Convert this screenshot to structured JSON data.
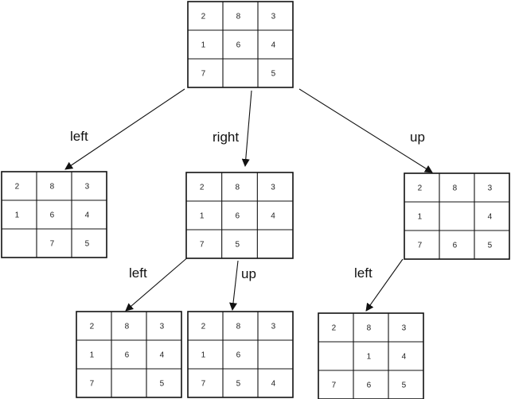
{
  "nodes": [
    {
      "id": "root",
      "cells": [
        [
          "2",
          "8",
          "3"
        ],
        [
          "1",
          "6",
          "4"
        ],
        [
          "7",
          "",
          "5"
        ]
      ]
    },
    {
      "id": "root-left",
      "cells": [
        [
          "2",
          "8",
          "3"
        ],
        [
          "1",
          "6",
          "4"
        ],
        [
          "",
          "7",
          "5"
        ]
      ]
    },
    {
      "id": "root-right",
      "cells": [
        [
          "2",
          "8",
          "3"
        ],
        [
          "1",
          "6",
          "4"
        ],
        [
          "7",
          "5",
          ""
        ]
      ]
    },
    {
      "id": "root-up",
      "cells": [
        [
          "2",
          "8",
          "3"
        ],
        [
          "1",
          "",
          "4"
        ],
        [
          "7",
          "6",
          "5"
        ]
      ]
    },
    {
      "id": "root-right-left",
      "cells": [
        [
          "2",
          "8",
          "3"
        ],
        [
          "1",
          "6",
          "4"
        ],
        [
          "7",
          "",
          "5"
        ]
      ]
    },
    {
      "id": "root-right-up",
      "cells": [
        [
          "2",
          "8",
          "3"
        ],
        [
          "1",
          "6",
          ""
        ],
        [
          "7",
          "5",
          "4"
        ]
      ]
    },
    {
      "id": "root-up-left",
      "cells": [
        [
          "2",
          "8",
          "3"
        ],
        [
          "",
          "1",
          "4"
        ],
        [
          "7",
          "6",
          "5"
        ]
      ]
    }
  ],
  "edges": [
    {
      "from": "root",
      "to": "root-left",
      "label": "left"
    },
    {
      "from": "root",
      "to": "root-right",
      "label": "right"
    },
    {
      "from": "root",
      "to": "root-up",
      "label": "up"
    },
    {
      "from": "root-right",
      "to": "root-right-left",
      "label": "left"
    },
    {
      "from": "root-right",
      "to": "root-right-up",
      "label": "up"
    },
    {
      "from": "root-up",
      "to": "root-up-left",
      "label": "left"
    }
  ]
}
